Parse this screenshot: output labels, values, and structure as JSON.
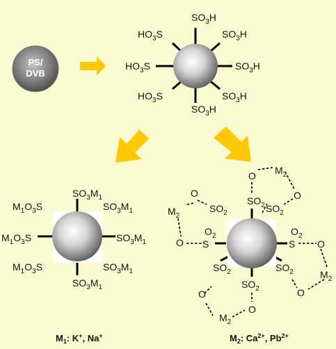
{
  "bead": {
    "line1": "PS/",
    "line2": "DVB"
  },
  "sulfonated": {
    "top": {
      "main": "SO",
      "sub": "3",
      "tail": "H"
    },
    "bottom": {
      "main": "SO",
      "sub": "3",
      "tail": "H"
    },
    "upper_left": {
      "main": "HO",
      "sub": "3",
      "tail": "S"
    },
    "upper_right": {
      "main": "SO",
      "sub": "3",
      "tail": "H"
    },
    "left": {
      "main": "HO",
      "sub": "3",
      "tail": "S"
    },
    "right": {
      "main": "SO",
      "sub": "3",
      "tail": "H"
    },
    "lower_left": {
      "main": "HO",
      "sub": "3",
      "tail": "S"
    },
    "lower_right": {
      "main": "SO",
      "sub": "3",
      "tail": "H"
    }
  },
  "monovalent": {
    "top": "SO3M1",
    "bottom": "SO3M1",
    "upper_left": "M1O3S",
    "upper_right": "SO3M1",
    "left": "M1O3S",
    "right": "SO3M1",
    "lower_left": "M1O3S",
    "lower_right": "SO3M1"
  },
  "divalent": {
    "so2": "SO2",
    "s_o2": "S",
    "o2": "O2",
    "o": "O",
    "m2": "M2"
  },
  "captions": {
    "m1": {
      "label": "M",
      "sub": "1",
      "text": ": K",
      "sup1": "+",
      "sep": ", Na",
      "sup2": "+"
    },
    "m2": {
      "label": "M",
      "sub": "2",
      "text": ":  Ca",
      "sup1": "2+",
      "sep": ", Pb",
      "sup2": "2+"
    }
  },
  "colors": {
    "background": "#fbfbd2",
    "arrow": "#ffc800",
    "bead_dark": "#555555",
    "sphere_light": "#ffffff",
    "sphere_dark": "#6a6a6a"
  }
}
